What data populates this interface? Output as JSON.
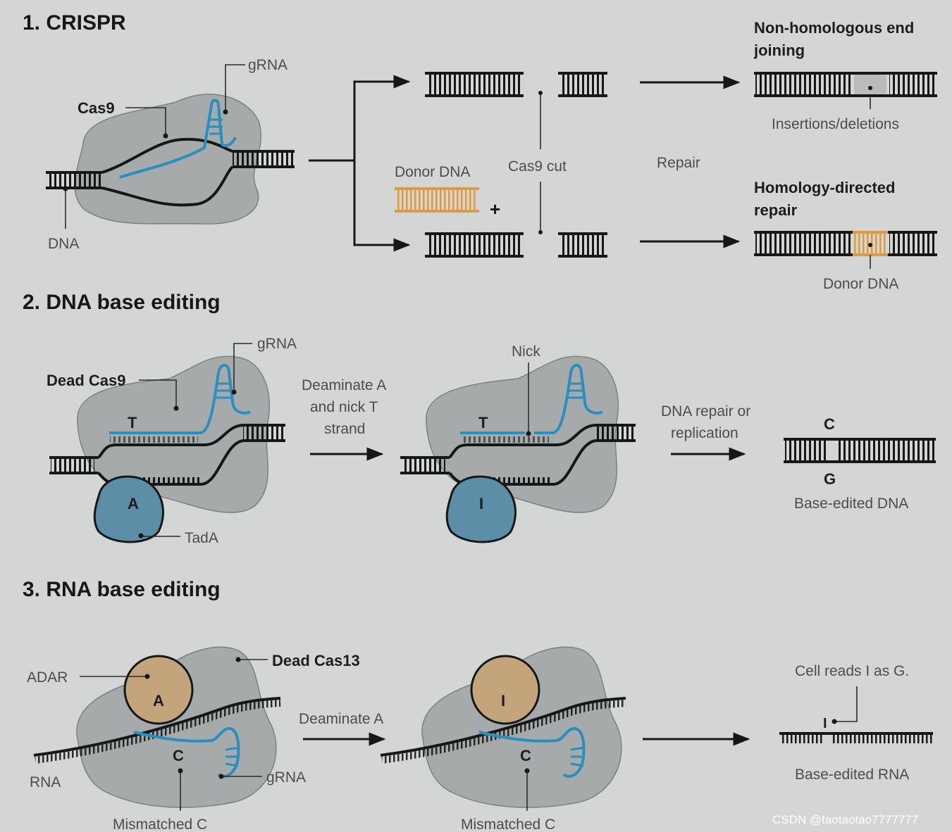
{
  "sections": [
    {
      "title": "1. CRISPR"
    },
    {
      "title": "2. DNA base editing"
    },
    {
      "title": "3. RNA base editing"
    }
  ],
  "crispr": {
    "cas9": "Cas9",
    "grna": "gRNA",
    "dna": "DNA",
    "donor_dna": "Donor DNA",
    "plus": "+",
    "cas9_cut": "Cas9 cut",
    "repair": "Repair",
    "nhej_line1": "Non-homologous end",
    "nhej_line2": "joining",
    "indels": "Insertions/deletions",
    "hdr_line1": "Homology-directed",
    "hdr_line2": "repair",
    "donor_dna_result": "Donor DNA"
  },
  "dna_base_editing": {
    "dead_cas9": "Dead Cas9",
    "grna": "gRNA",
    "base_t_left": "T",
    "base_a": "A",
    "tada": "TadA",
    "step1_line1": "Deaminate A",
    "step1_line2": "and nick T",
    "step1_line3": "strand",
    "nick": "Nick",
    "base_t_right": "T",
    "base_i": "I",
    "step2_line1": "DNA repair or",
    "step2_line2": "replication",
    "result_c": "C",
    "result_g": "G",
    "result_label": "Base-edited DNA"
  },
  "rna_base_editing": {
    "adar": "ADAR",
    "base_a": "A",
    "dead_cas13": "Dead Cas13",
    "base_c_left": "C",
    "rna": "RNA",
    "grna": "gRNA",
    "mismatched_c_left": "Mismatched C",
    "step1": "Deaminate A",
    "base_i": "I",
    "base_c_right": "C",
    "mismatched_c_right": "Mismatched C",
    "cell_reads": "Cell reads I as G.",
    "result_i": "I",
    "result_label": "Base-edited RNA"
  },
  "watermark": "CSDN @taotaotao7777777",
  "colors": {
    "background": "#d4d6d6",
    "strand": "#161718",
    "guide_rna": "#2a8fc0",
    "donor": "#d99a4a",
    "tada": "#5d8ea8",
    "adar": "#c4a47a",
    "protein": "#a7aaab"
  }
}
